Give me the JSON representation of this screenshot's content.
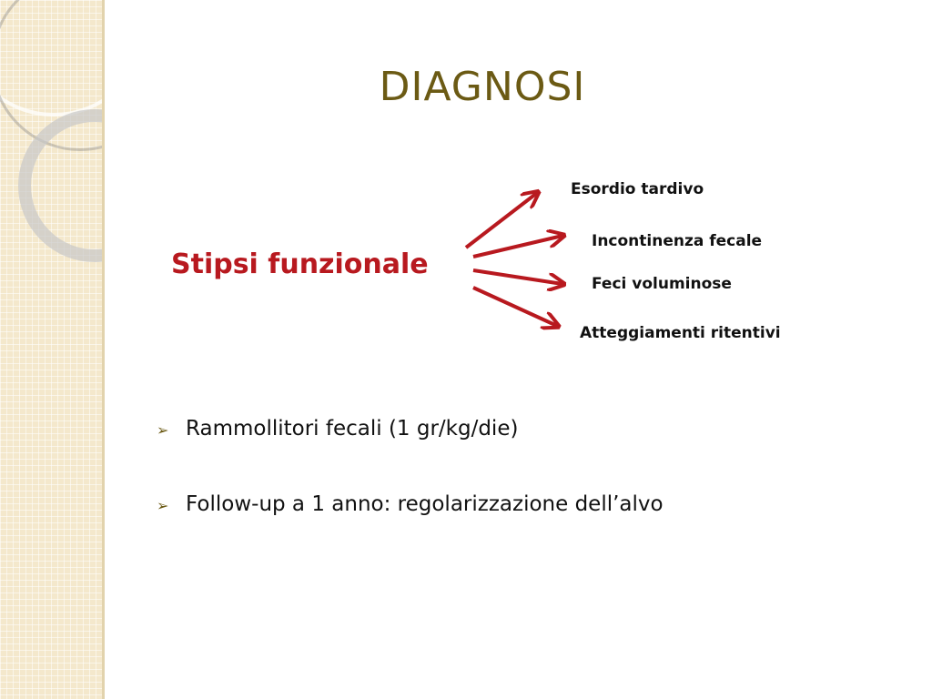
{
  "slide": {
    "title": "DIAGNOSI",
    "root": "Stipsi funzionale",
    "branches": [
      {
        "label": "Esordio tardivo"
      },
      {
        "label": "Incontinenza fecale"
      },
      {
        "label": "Feci voluminose"
      },
      {
        "label": "Atteggiamenti ritentivi"
      }
    ],
    "bullets": [
      {
        "marker": "➢",
        "text": "Rammollitori fecali  (1 gr/kg/die)"
      },
      {
        "marker": "➢",
        "text": "Follow-up a 1 anno:  regolarizzazione dell’alvo"
      }
    ]
  },
  "colors": {
    "title": "#6b5a14",
    "root": "#b8191f",
    "arrow": "#b8191f",
    "panel": "#f4e8cc"
  },
  "icons": [
    "arrow-right-icon",
    "bullet-arrow-icon"
  ]
}
